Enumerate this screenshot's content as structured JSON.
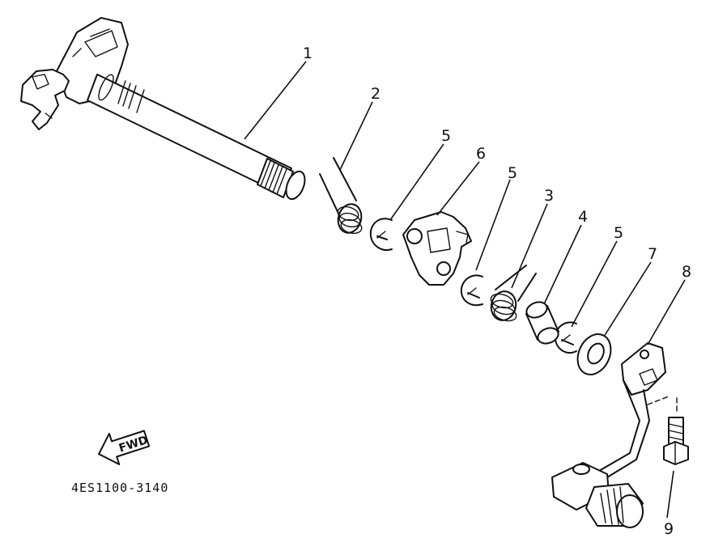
{
  "diagram": {
    "callouts": [
      "1",
      "2",
      "5",
      "6",
      "5",
      "3",
      "4",
      "5",
      "7",
      "8",
      "9"
    ],
    "fwd_label": "FWD",
    "drawing_code": "4ES1100-3140"
  }
}
